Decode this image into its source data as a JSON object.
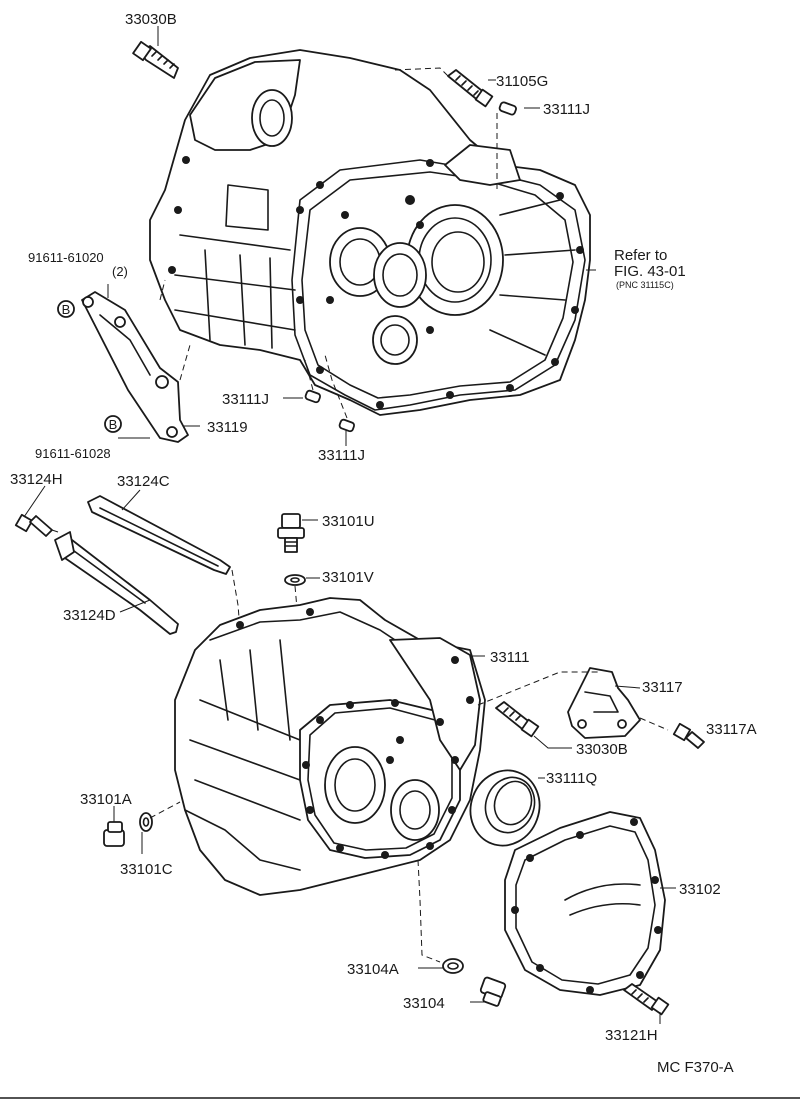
{
  "labels": {
    "p33030b_top": "33030B",
    "p31105g": "31105G",
    "p33111j_a": "33111J",
    "p33111j_b": "33111J",
    "p33111j_c": "33111J",
    "p91611_61020": "91611-61020",
    "qty_2": "(2)",
    "circle_b1": "B",
    "circle_b2": "B",
    "p91611_61028": "91611-61028",
    "p33119": "33119",
    "refer_to": "Refer to",
    "fig_ref": "FIG. 43-01",
    "pnc_ref": "(PNC 31115C)",
    "p33124h": "33124H",
    "p33124c": "33124C",
    "p33124d": "33124D",
    "p33101u": "33101U",
    "p33101v": "33101V",
    "p33111": "33111",
    "p33117": "33117",
    "p33117a": "33117A",
    "p33030b_mid": "33030B",
    "p33111q": "33111Q",
    "p33101a": "33101A",
    "p33101c": "33101C",
    "p33102": "33102",
    "p33104a": "33104A",
    "p33104": "33104",
    "p33121h": "33121H",
    "figure_code": "MC  F370-A"
  }
}
